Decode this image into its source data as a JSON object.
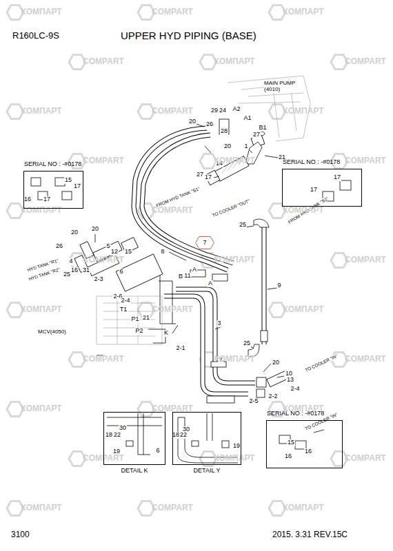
{
  "diagram": {
    "title": "UPPER HYD PIPING (BASE)",
    "nodes": [
      {
        "text": [
          "SERIAL NO : -#0178"
        ]
      },
      {
        "text": [
          "SERIAL NO : -#0178"
        ]
      },
      {
        "text": [
          "SERIAL NO : -#0178"
        ]
      },
      {
        "text": [
          "DETAIL K"
        ]
      },
      {
        "text": [
          "DETAIL Y"
        ]
      },
      {
        "text": [
          "7"
        ]
      }
    ],
    "labels": [
      "R160LC-9S",
      "MAIN PUMP (4010)",
      "MCV(4050)",
      "3100",
      "2015. 3.31 REV.15C",
      "FROM HYD TANK \"S1\"",
      "TO COOLER \"OUT\"",
      "FROM HYD TANK \"S1\"",
      "HYD TANK \"R1\"",
      "HYD TANK \"R2\"",
      "TO COOLER \"IN\"",
      "TO COOLER \"IN\"",
      "29",
      "24",
      "A2",
      "A1",
      "B1",
      "20",
      "26",
      "28",
      "27",
      "20",
      "1",
      "21",
      "27",
      "14",
      "17",
      "15",
      "17",
      "16",
      "17",
      "17",
      "17",
      "25",
      "20",
      "20",
      "26",
      "4",
      "5",
      "12",
      "15",
      "8",
      "16",
      "31",
      "25",
      "6",
      "2-3",
      "B",
      "11",
      "A",
      "A",
      "9",
      "2-6",
      "2-4",
      "T1",
      "P1",
      "21",
      "P2",
      "K",
      "3",
      "2-1",
      "Y",
      "25",
      "20",
      "10",
      "13",
      "2-4",
      "2-2",
      "2-5",
      "30",
      "18",
      "22",
      "19",
      "6",
      "30",
      "18",
      "22",
      "19",
      "15",
      "16",
      "16",
      "КОМПАРТ",
      "COMPART",
      "КОМПАРТ",
      "COMPART",
      "КОМПАРТ",
      "COMPART",
      "КОМПАРТ",
      "COMPART",
      "КОМПАРТ",
      "COMPART",
      "КОМПАРТ",
      "COMPART",
      "КОМПАРТ",
      "COMPART",
      "КОМПАРТ",
      "COMPART",
      "КОМПАРТ",
      "COMPART",
      "КОМПАРТ",
      "COMPART",
      "КОМПАРТ",
      "COMPART",
      "КОМПАРТ",
      "COMPART",
      "КОМПАРТ",
      "COMPART",
      "КОМПАРТ",
      "COMPART",
      "КОМПАРТ",
      "COMPART",
      "КОМПАРТ",
      "COMPART",
      "КОМПАРТ"
    ]
  }
}
